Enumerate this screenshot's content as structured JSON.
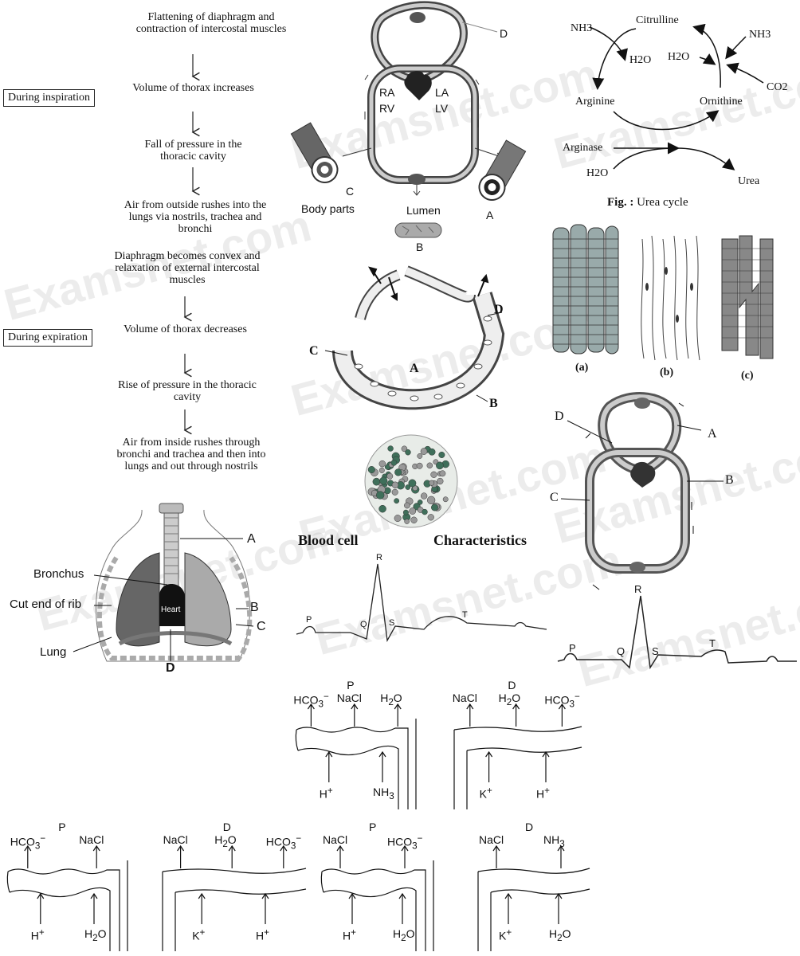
{
  "breathing": {
    "inspiration_label": "During inspiration",
    "expiration_label": "During expiration",
    "inspiration_steps": [
      "Flattening of diaphragm and contraction  of intercostal muscles",
      "Volume of thorax increases",
      "Fall of pressure in the thoracic cavity",
      "Air from outside rushes into the lungs via nostrils, trachea and bronchi"
    ],
    "expiration_steps": [
      "Diaphragm becomes convex and relaxation of external intercostal muscles",
      "Volume of thorax decreases",
      "Rise of pressure in the thoracic cavity",
      "Air from inside rushes through bronchi and trachea and then into lungs and out through nostrils"
    ]
  },
  "circulation_top": {
    "labels": {
      "D": "D",
      "RA": "RA",
      "RV": "RV",
      "LA": "LA",
      "LV": "LV",
      "C": "C",
      "A": "A",
      "B": "B",
      "body_parts": "Body parts",
      "lumen": "Lumen"
    }
  },
  "urea_cycle": {
    "nodes": {
      "citrulline": "Citrulline",
      "arginine": "Arginine",
      "ornithine": "Ornithine",
      "arginase": "Arginase",
      "urea": "Urea",
      "nh3_left": "NH3",
      "nh3_right": "NH3",
      "h2o_top_left": "H2O",
      "h2o_top_right": "H2O",
      "co2": "CO2",
      "h2o_bottom": "H2O"
    },
    "caption_prefix": "Fig. :",
    "caption_text": "Urea cycle"
  },
  "muscle_tissue": {
    "labels": [
      "(a)",
      "(b)",
      "(c)"
    ]
  },
  "alveolus": {
    "labels": {
      "C": "C",
      "A": "A",
      "B": "B",
      "D": "D"
    }
  },
  "blood_cell": {
    "label_left": "Blood cell",
    "label_right": "Characteristics"
  },
  "circulation_right": {
    "labels": {
      "D": "D",
      "A": "A",
      "B": "B",
      "C": "C"
    }
  },
  "lungs": {
    "labels": {
      "A": "A",
      "bronchus": "Bronchus",
      "cut_end_rib": "Cut end of rib",
      "B": "B",
      "C": "C",
      "lung": "Lung",
      "D": "D",
      "heart": "Heart"
    }
  },
  "ecg_small": {
    "labels": {
      "R": "R",
      "P": "P",
      "Q": "Q",
      "S": "S",
      "T": "T"
    }
  },
  "ecg_large": {
    "labels": {
      "R": "R",
      "P": "P",
      "Q": "Q",
      "S": "S",
      "T": "T"
    }
  },
  "nephron_diagrams": [
    {
      "title": "P",
      "top": [
        "HCO3−",
        "NaCl",
        "H2O"
      ],
      "bottom": [
        "H+",
        "NH3"
      ]
    },
    {
      "title": "D",
      "top": [
        "NaCl",
        "H2O",
        "HCO3−"
      ],
      "bottom": [
        "K+",
        "H+"
      ]
    },
    {
      "title": "P",
      "top": [
        "HCO3−",
        "NaCl"
      ],
      "bottom": [
        "H+",
        "H2O"
      ]
    },
    {
      "title": "D",
      "top": [
        "NaCl",
        "H2O",
        "HCO3−"
      ],
      "bottom": [
        "K+",
        "H+"
      ]
    },
    {
      "title": "P",
      "top": [
        "NaCl",
        "HCO3−"
      ],
      "bottom": [
        "H+",
        "H2O"
      ]
    },
    {
      "title": "D",
      "top": [
        "NaCl",
        "NH3"
      ],
      "bottom": [
        "K+",
        "H2O"
      ]
    }
  ],
  "watermark": "Examsnet.com"
}
